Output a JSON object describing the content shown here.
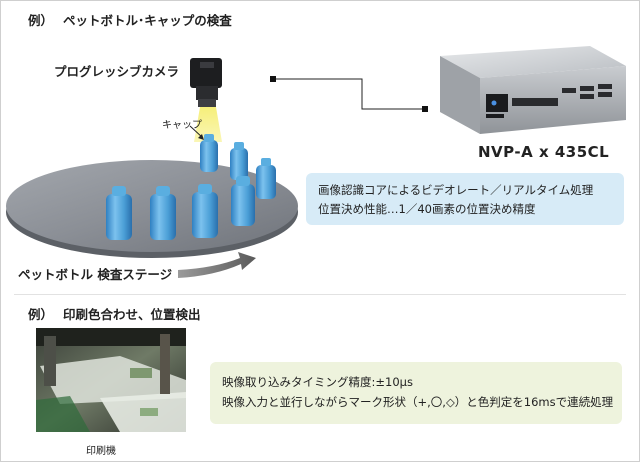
{
  "example1": {
    "prefix": "例）",
    "title": "ペットボトル･キャップの検査"
  },
  "camera_label": "プログレッシブカメラ",
  "cap_label": "キャップ",
  "stage_label": "ペットボトル 検査ステージ",
  "model_label": "NVP-A x 435CL",
  "info1": {
    "line1": "画像認識コアによるビデオレート／リアルタイム処理",
    "line2": "位置決め性能…1／40画素の位置決め精度"
  },
  "example2": {
    "prefix": "例）",
    "title": "印刷色合わせ、位置検出"
  },
  "info2": {
    "line1": "映像取り込みタイミング精度:±10μs",
    "line2": "映像入力と並行しながらマーク形状（+,〇,◇）と色判定を16msで連続処理"
  },
  "printer_label": "印刷機",
  "colors": {
    "info1_bg": "#d7ebf7",
    "info2_bg": "#eef3dd",
    "bottle": "#4a9ed6",
    "cap": "#5aaee0",
    "stage": "#8b8f96",
    "light_beam": "#f3ec6a"
  }
}
